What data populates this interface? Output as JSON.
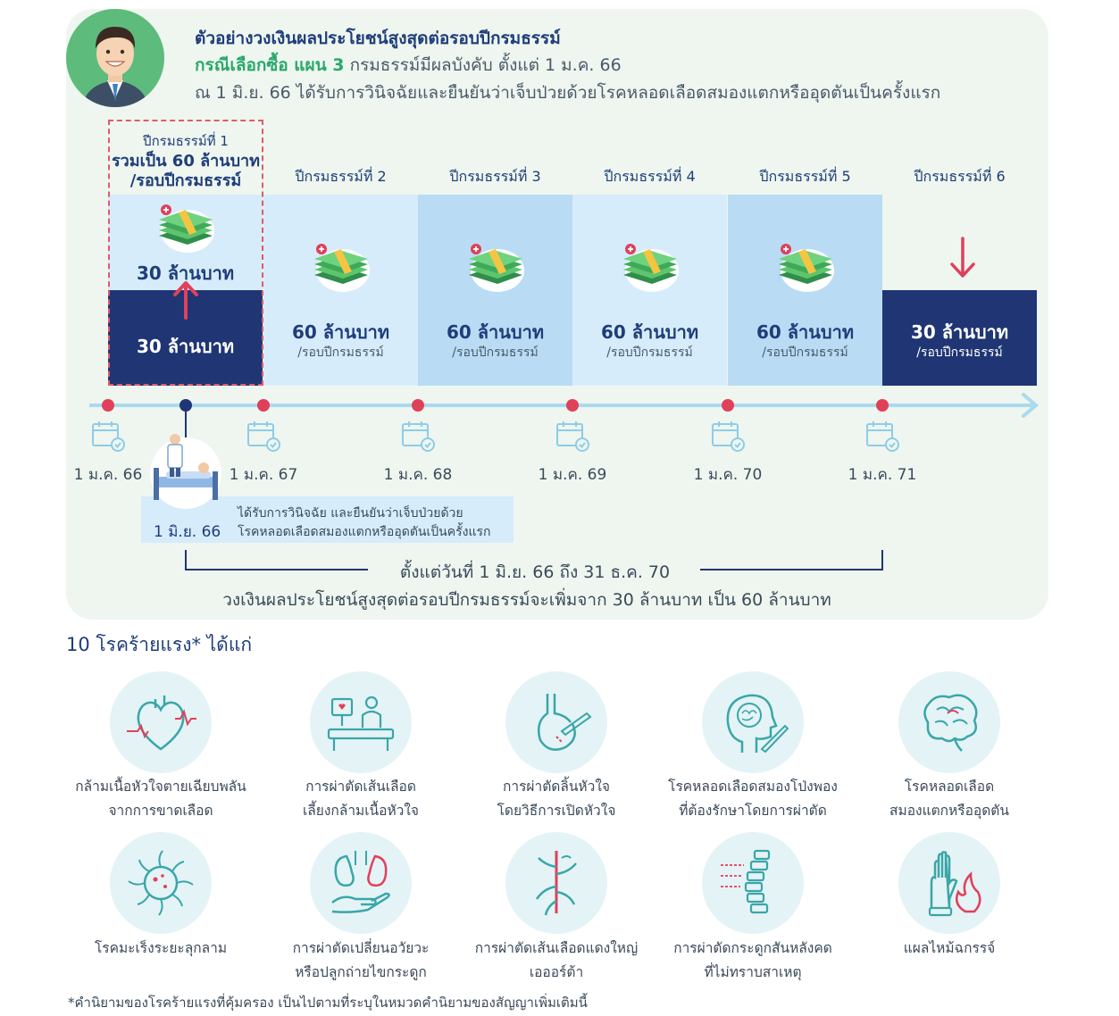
{
  "header": {
    "title": "ตัวอย่างวงเงินผลประโยชน์สูงสุดต่อรอบปีกรมธรรม์",
    "line2_highlight": "กรณีเลือกซื้อ แผน 3",
    "line2_rest": "กรมธรรม์มีผลบังคับ ตั้งแต่ 1 ม.ค. 66",
    "line3": "ณ 1 มิ.ย. 66 ได้รับการวินิจฉัยและยืนยันว่าเจ็บป่วยด้วยโรคหลอดเลือดสมองแตกหรืออุดตันเป็นครั้งแรก"
  },
  "years": {
    "y1_label": "ปีกรมธรรม์ที่ 1",
    "y1_total": "รวมเป็น 60 ล้านบาท",
    "y1_per": "/รอบปีกรมธรรม์",
    "y1_added": "30 ล้านบาท",
    "y1_base": "30 ล้านบาท",
    "others": [
      {
        "label": "ปีกรมธรรม์ที่ 2",
        "amount": "60 ล้านบาท",
        "per": "/รอบปีกรมธรรม์"
      },
      {
        "label": "ปีกรมธรรม์ที่ 3",
        "amount": "60 ล้านบาท",
        "per": "/รอบปีกรมธรรม์"
      },
      {
        "label": "ปีกรมธรรม์ที่ 4",
        "amount": "60 ล้านบาท",
        "per": "/รอบปีกรมธรรม์"
      },
      {
        "label": "ปีกรมธรรม์ที่ 5",
        "amount": "60 ล้านบาท",
        "per": "/รอบปีกรมธรรม์"
      },
      {
        "label": "ปีกรมธรรม์ที่ 6",
        "amount": "30 ล้านบาท",
        "per": "/รอบปีกรมธรรม์"
      }
    ]
  },
  "timeline": {
    "dates": [
      "1 ม.ค. 66",
      "1 ม.ค. 67",
      "1 ม.ค. 68",
      "1 ม.ค. 69",
      "1 ม.ค. 70",
      "1 ม.ค. 71"
    ],
    "diagnosis_date": "1 มิ.ย. 66",
    "diagnosis_line1": "ได้รับการวินิจฉัย และยืนยันว่าเจ็บป่วยด้วย",
    "diagnosis_line2": "โรคหลอดเลือดสมองแตกหรืออุดตันเป็นครั้งแรก",
    "range": "ตั้งแต่วันที่ 1 มิ.ย. 66 ถึง 31 ธ.ค. 70",
    "increase": "วงเงินผลประโยชน์สูงสุดต่อรอบปีกรมธรรม์จะเพิ่มจาก 30 ล้านบาท เป็น 60 ล้านบาท"
  },
  "diseases": {
    "title": "10 โรคร้ายแรง* ได้แก่",
    "items": [
      {
        "l1": "กล้ามเนื้อหัวใจตายเฉียบพลัน",
        "l2": "จากการขาดเลือด",
        "icon": "heart-icon"
      },
      {
        "l1": "การผ่าตัดเส้นเลือด",
        "l2": "เลี้ยงกล้ามเนื้อหัวใจ",
        "icon": "surgery-bed-icon"
      },
      {
        "l1": "การผ่าตัดลิ้นหัวใจ",
        "l2": "โดยวิธีการเปิดหัวใจ",
        "icon": "heart-valve-scalpel-icon"
      },
      {
        "l1": "โรคหลอดเลือดสมองโป่งพอง",
        "l2": "ที่ต้องรักษาโดยการผ่าตัด",
        "icon": "head-brain-scalpel-icon"
      },
      {
        "l1": "โรคหลอดเลือด",
        "l2": "สมองแตกหรืออุดตัน",
        "icon": "brain-icon"
      },
      {
        "l1": "โรคมะเร็งระยะลุกลาม",
        "l2": "",
        "icon": "cancer-cell-icon"
      },
      {
        "l1": "การผ่าตัดเปลี่ยนอวัยวะ",
        "l2": "หรือปลูกถ่ายไขกระดูก",
        "icon": "kidney-hand-icon"
      },
      {
        "l1": "การผ่าตัดเส้นเลือดแดงใหญ่",
        "l2": "เอออร์ต้า",
        "icon": "aorta-icon"
      },
      {
        "l1": "การผ่าตัดกระดูกสันหลังคด",
        "l2": "ที่ไม่ทราบสาเหตุ",
        "icon": "spine-icon"
      },
      {
        "l1": "แผลไหม้ฉกรรจ์",
        "l2": "",
        "icon": "burned-hand-icon"
      }
    ],
    "footnote": "*คำนิยามของโรคร้ายแรงที่คุ้มครอง เป็นไปตามที่ระบุในหมวดคำนิยามของสัญญาเพิ่มเติมนี้"
  },
  "colors": {
    "navy": "#1f3574",
    "light_blue": "#d6ecfb",
    "mid_blue": "#b9dcf4",
    "red": "#e0405a",
    "green": "#2aa86a",
    "panel": "#eef6ef"
  }
}
